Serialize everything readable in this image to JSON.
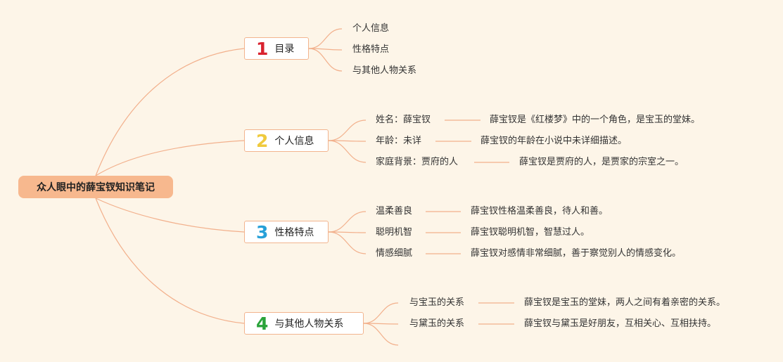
{
  "root": {
    "title": "众人眼中的薛宝钗知识笔记"
  },
  "colors": {
    "edge": "#f2b08c",
    "root_fill": "#f7b88e",
    "n1": "#d9232f",
    "n2": "#efca3e",
    "n3": "#27a0d8",
    "n4": "#2aa33a"
  },
  "branches": [
    {
      "num": "1",
      "label": "目录",
      "items": [
        {
          "label": "个人信息"
        },
        {
          "label": "性格特点"
        },
        {
          "label": "与其他人物关系"
        }
      ]
    },
    {
      "num": "2",
      "label": "个人信息",
      "items": [
        {
          "label": "姓名：薛宝钗",
          "desc": "薛宝钗是《红楼梦》中的一个角色，是宝玉的堂妹。"
        },
        {
          "label": "年龄：未详",
          "desc": "薛宝钗的年龄在小说中未详细描述。"
        },
        {
          "label": "家庭背景：贾府的人",
          "desc": "薛宝钗是贾府的人，是贾家的宗室之一。"
        }
      ]
    },
    {
      "num": "3",
      "label": "性格特点",
      "items": [
        {
          "label": "温柔善良",
          "desc": "薛宝钗性格温柔善良，待人和善。"
        },
        {
          "label": "聪明机智",
          "desc": "薛宝钗聪明机智，智慧过人。"
        },
        {
          "label": "情感细腻",
          "desc": "薛宝钗对感情非常细腻，善于察觉别人的情感变化。"
        }
      ]
    },
    {
      "num": "4",
      "label": "与其他人物关系",
      "items": [
        {
          "label": "与宝玉的关系",
          "desc": "薛宝钗是宝玉的堂妹，两人之间有着亲密的关系。"
        },
        {
          "label": "与黛玉的关系",
          "desc": "薛宝钗与黛玉是好朋友，互相关心、互相扶持。"
        }
      ]
    }
  ]
}
